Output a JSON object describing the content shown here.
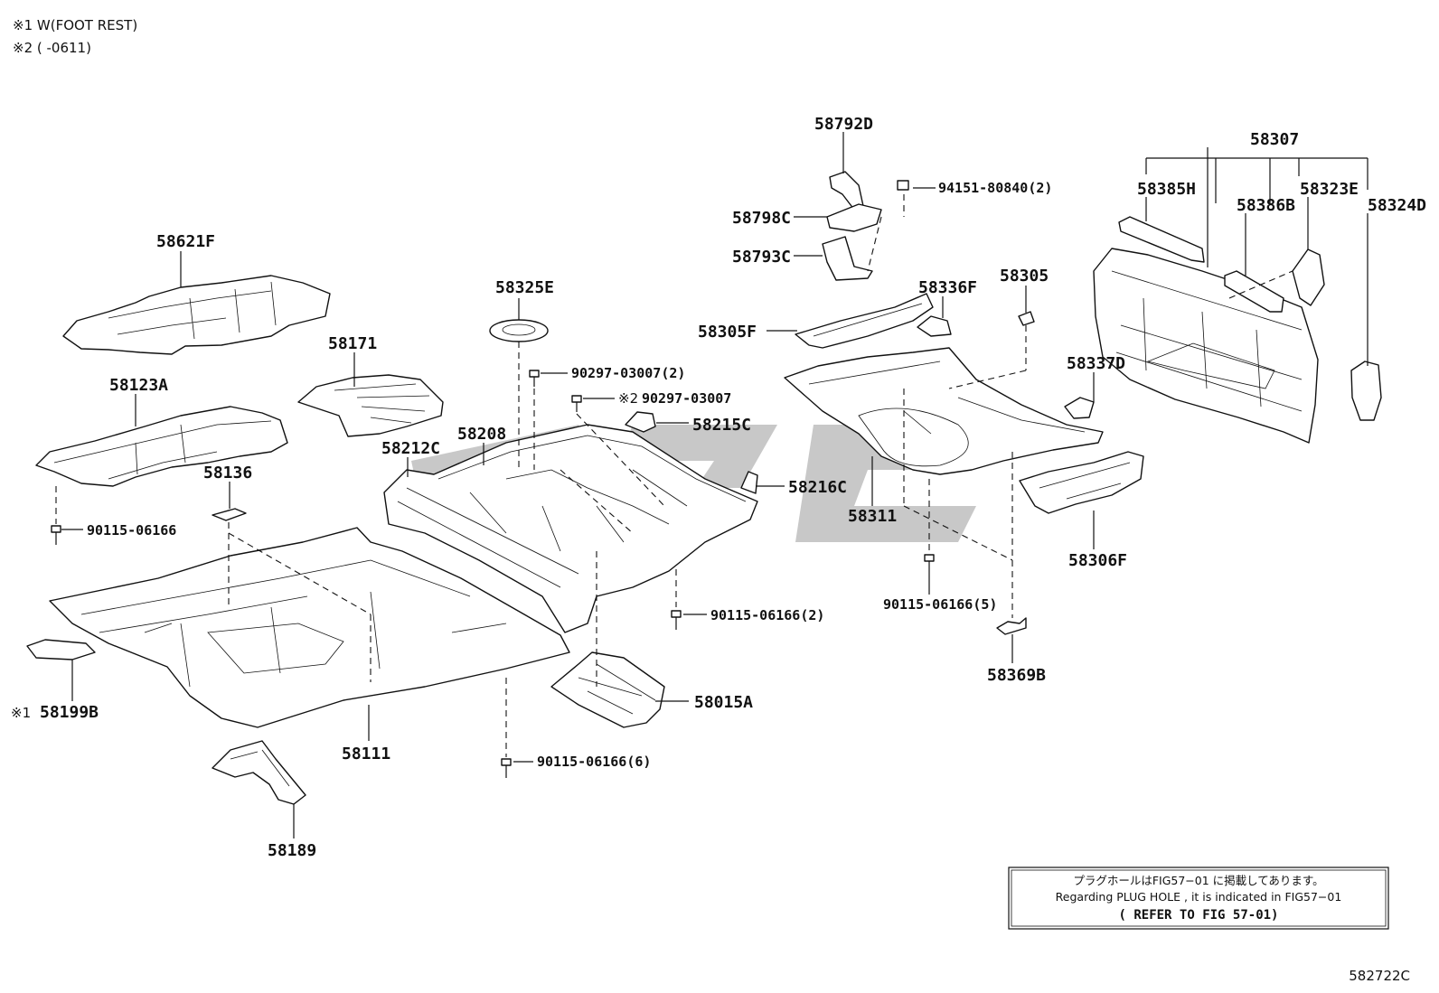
{
  "notes": [
    "※1 W(FOOT REST)",
    "※2 (        -0611)"
  ],
  "part_labels": {
    "p58792D": "58792D",
    "p94151": "94151-80840(2)",
    "p58798C": "58798C",
    "p58793C": "58793C",
    "p58307": "58307",
    "p58385H": "58385H",
    "p58386B": "58386B",
    "p58323E": "58323E",
    "p58324D": "58324D",
    "p58621F": "58621F",
    "p58325E": "58325E",
    "p58336F": "58336F",
    "p58305": "58305",
    "p58305F": "58305F",
    "p58171": "58171",
    "p90297a": "90297-03007(2)",
    "p90297b_mark": "※2",
    "p90297b": "90297-03007",
    "p58337D": "58337D",
    "p58123A": "58123A",
    "p58208": "58208",
    "p58215C": "58215C",
    "p58212C": "58212C",
    "p58136": "58136",
    "p58216C": "58216C",
    "p58311": "58311",
    "p90115a": "90115-06166",
    "p58306F": "58306F",
    "p90115b": "90115-06166(5)",
    "p90115c": "90115-06166(2)",
    "p58369B": "58369B",
    "p58015A": "58015A",
    "p58199B_mark": "※1",
    "p58199B": "58199B",
    "p58111": "58111",
    "p90115d": "90115-06166(6)",
    "p58189": "58189"
  },
  "refer_box": {
    "line1": "プラグホールはFIG57−01 に掲載してあります。",
    "line2": "Regarding  PLUG HOLE , it is indicated  in  FIG57−01",
    "line3": "( REFER TO FIG 57-01)"
  },
  "diagram_code": "582722C"
}
